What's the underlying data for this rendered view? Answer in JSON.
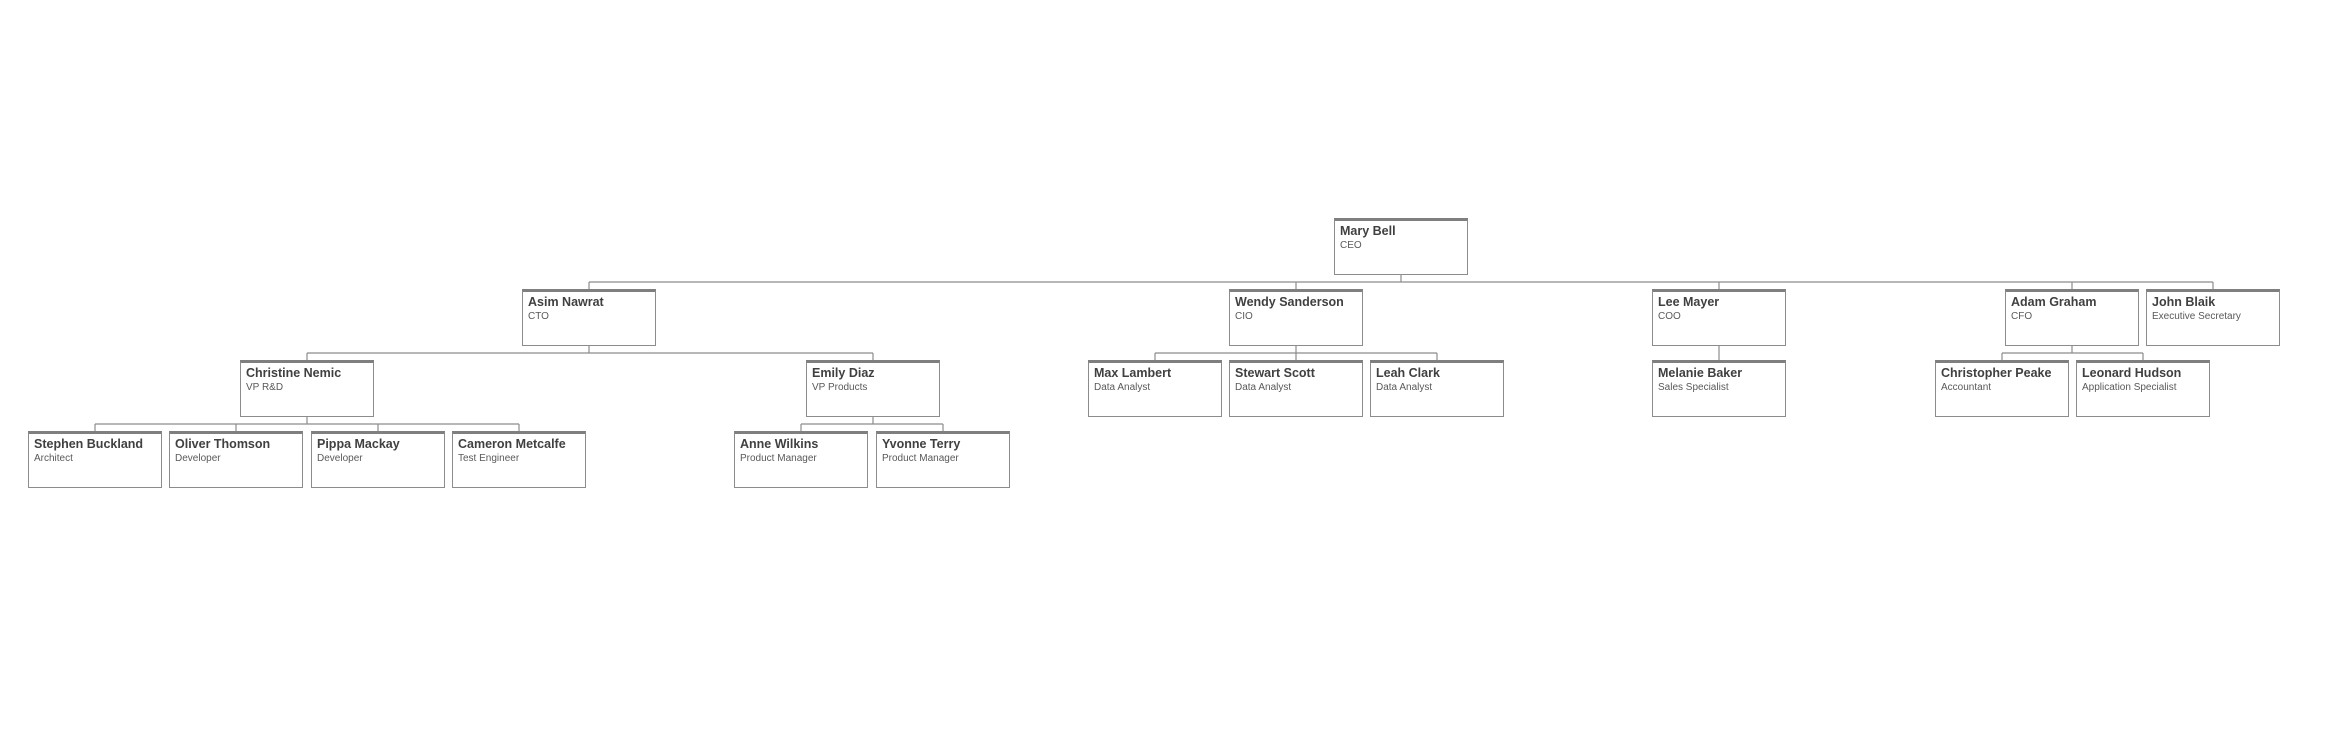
{
  "chart_data": {
    "type": "org-chart",
    "nodes": [
      {
        "id": "mary",
        "name": "Mary Bell",
        "title": "CEO",
        "parent": null
      },
      {
        "id": "asim",
        "name": "Asim Nawrat",
        "title": "CTO",
        "parent": "mary"
      },
      {
        "id": "wendy",
        "name": "Wendy Sanderson",
        "title": "CIO",
        "parent": "mary"
      },
      {
        "id": "lee",
        "name": "Lee Mayer",
        "title": "COO",
        "parent": "mary"
      },
      {
        "id": "adam",
        "name": "Adam Graham",
        "title": "CFO",
        "parent": "mary"
      },
      {
        "id": "john",
        "name": "John Blaik",
        "title": "Executive Secretary",
        "parent": "mary"
      },
      {
        "id": "christine",
        "name": "Christine Nemic",
        "title": "VP R&D",
        "parent": "asim"
      },
      {
        "id": "emily",
        "name": "Emily Diaz",
        "title": "VP Products",
        "parent": "asim"
      },
      {
        "id": "max",
        "name": "Max Lambert",
        "title": "Data Analyst",
        "parent": "wendy"
      },
      {
        "id": "stewart",
        "name": "Stewart Scott",
        "title": "Data Analyst",
        "parent": "wendy"
      },
      {
        "id": "leah",
        "name": "Leah Clark",
        "title": "Data Analyst",
        "parent": "wendy"
      },
      {
        "id": "melanie",
        "name": "Melanie Baker",
        "title": "Sales Specialist",
        "parent": "lee"
      },
      {
        "id": "christopher",
        "name": "Christopher Peake",
        "title": "Accountant",
        "parent": "adam"
      },
      {
        "id": "leonard",
        "name": "Leonard Hudson",
        "title": "Application Specialist",
        "parent": "adam"
      },
      {
        "id": "stephen",
        "name": "Stephen Buckland",
        "title": "Architect",
        "parent": "christine"
      },
      {
        "id": "oliver",
        "name": "Oliver Thomson",
        "title": "Developer",
        "parent": "christine"
      },
      {
        "id": "pippa",
        "name": "Pippa Mackay",
        "title": "Developer",
        "parent": "christine"
      },
      {
        "id": "cameron",
        "name": "Cameron Metcalfe",
        "title": "Test Engineer",
        "parent": "christine"
      },
      {
        "id": "anne",
        "name": "Anne Wilkins",
        "title": "Product Manager",
        "parent": "emily"
      },
      {
        "id": "yvonne",
        "name": "Yvonne Terry",
        "title": "Product Manager",
        "parent": "emily"
      }
    ]
  },
  "colors": {
    "node_border": "#8c8c8c",
    "node_top_border": "#7f7f7f",
    "connector": "#8c8c8c",
    "name_text": "#404040",
    "title_text": "#595959"
  }
}
